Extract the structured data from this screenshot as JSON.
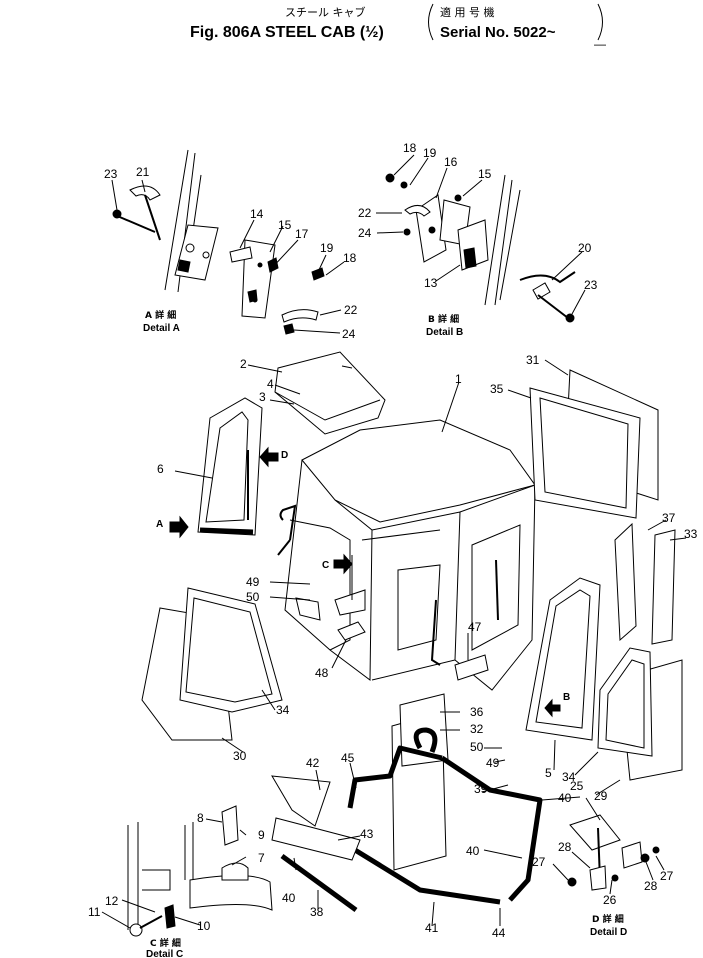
{
  "header": {
    "jp_title": "スチール キャブ",
    "jp_serial": "適 用 号 機",
    "title": "Fig. 806A   STEEL CAB (½)",
    "serial": "Serial No. 5022~",
    "mark": "—"
  },
  "callouts": [
    {
      "id": "c23a",
      "text": "23"
    },
    {
      "id": "c21",
      "text": "21"
    },
    {
      "id": "c14",
      "text": "14"
    },
    {
      "id": "c15a",
      "text": "15"
    },
    {
      "id": "c17",
      "text": "17"
    },
    {
      "id": "c19a",
      "text": "19"
    },
    {
      "id": "c18a",
      "text": "18"
    },
    {
      "id": "c22a",
      "text": "22"
    },
    {
      "id": "c24a",
      "text": "24"
    },
    {
      "id": "c18b",
      "text": "18"
    },
    {
      "id": "c19b",
      "text": "19"
    },
    {
      "id": "c16",
      "text": "16"
    },
    {
      "id": "c15b",
      "text": "15"
    },
    {
      "id": "c22b",
      "text": "22"
    },
    {
      "id": "c24b",
      "text": "24"
    },
    {
      "id": "c13",
      "text": "13"
    },
    {
      "id": "c20",
      "text": "20"
    },
    {
      "id": "c23b",
      "text": "23"
    },
    {
      "id": "c2",
      "text": "2"
    },
    {
      "id": "c4",
      "text": "4"
    },
    {
      "id": "c3",
      "text": "3"
    },
    {
      "id": "c1",
      "text": "1"
    },
    {
      "id": "c35",
      "text": "35"
    },
    {
      "id": "c31",
      "text": "31"
    },
    {
      "id": "c6",
      "text": "6"
    },
    {
      "id": "cD",
      "text": "D"
    },
    {
      "id": "cA",
      "text": "A"
    },
    {
      "id": "cC",
      "text": "C"
    },
    {
      "id": "c37",
      "text": "37"
    },
    {
      "id": "c33",
      "text": "33"
    },
    {
      "id": "c49a",
      "text": "49"
    },
    {
      "id": "c50a",
      "text": "50"
    },
    {
      "id": "c47",
      "text": "47"
    },
    {
      "id": "c48",
      "text": "48"
    },
    {
      "id": "c34a",
      "text": "34"
    },
    {
      "id": "cB",
      "text": "B"
    },
    {
      "id": "c36",
      "text": "36"
    },
    {
      "id": "c32",
      "text": "32"
    },
    {
      "id": "c50b",
      "text": "50"
    },
    {
      "id": "c49b",
      "text": "49"
    },
    {
      "id": "c5",
      "text": "5"
    },
    {
      "id": "c34b",
      "text": "34"
    },
    {
      "id": "c29",
      "text": "29"
    },
    {
      "id": "c30",
      "text": "30"
    },
    {
      "id": "c42",
      "text": "42"
    },
    {
      "id": "c45",
      "text": "45"
    },
    {
      "id": "c39",
      "text": "39"
    },
    {
      "id": "c40a",
      "text": "40"
    },
    {
      "id": "c43",
      "text": "43"
    },
    {
      "id": "c40b",
      "text": "40"
    },
    {
      "id": "c8",
      "text": "8"
    },
    {
      "id": "c9",
      "text": "9"
    },
    {
      "id": "c7",
      "text": "7"
    },
    {
      "id": "c12",
      "text": "12"
    },
    {
      "id": "c11",
      "text": "11"
    },
    {
      "id": "c10",
      "text": "10"
    },
    {
      "id": "c40c",
      "text": "40"
    },
    {
      "id": "c38",
      "text": "38"
    },
    {
      "id": "c41",
      "text": "41"
    },
    {
      "id": "c44",
      "text": "44"
    },
    {
      "id": "c25",
      "text": "25"
    },
    {
      "id": "c28a",
      "text": "28"
    },
    {
      "id": "c27a",
      "text": "27"
    },
    {
      "id": "c26",
      "text": "26"
    },
    {
      "id": "c28b",
      "text": "28"
    },
    {
      "id": "c27b",
      "text": "27"
    }
  ],
  "details": {
    "a": {
      "jp": "A 詳 細",
      "en": "Detail A"
    },
    "b": {
      "jp": "B 詳 細",
      "en": "Detail B"
    },
    "c": {
      "jp": "C 詳 細",
      "en": "Detail C"
    },
    "d": {
      "jp": "D 詳 細",
      "en": "Detail D"
    }
  }
}
